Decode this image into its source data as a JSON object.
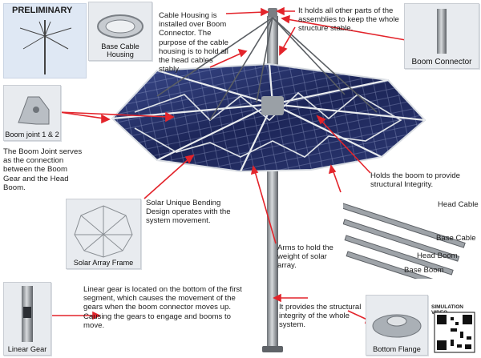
{
  "header": {
    "preliminary": "PRELIMINARY"
  },
  "boxes": {
    "base_cable_housing": "Base Cable Housing",
    "boom_connector": "Boom Connector",
    "boom_joint": "Boom joint 1 & 2",
    "solar_array_frame": "Solar Array Frame",
    "linear_gear": "Linear Gear",
    "bottom_flange": "Bottom Flange"
  },
  "annotations": {
    "cable_housing": "Cable Housing is installed over Boom Connector. The purpose of the cable housing is to hold all the head cables stably.",
    "holds_all": "It holds all other parts of the assemblies to keep the whole structure stable.",
    "boom_joint_desc": "The Boom Joint serves as the connection between the Boom Gear and the Head Boom.",
    "holds_boom": "Holds the boom to provide structural Integrity.",
    "solar_bending": "Solar Unique Bending Design operates with the system movement.",
    "arms": "Arms to hold the weight of solar array.",
    "linear_gear_desc": "Linear gear is located on the bottom of the first segment, which causes the movement of the gears when the boom connector moves up. Causing the gears to engage and booms to move.",
    "structural": "It provides the structural integrity of the whole system."
  },
  "parts": {
    "head_cable": "Head Cable",
    "base_cable": "Base Cable",
    "head_boom": "Head Boom",
    "base_boom": "Base Boom"
  },
  "qr": {
    "label": "SIMULATION VIDEO"
  },
  "colors": {
    "arrow": "#e3242b",
    "panel": "#1f2a5c",
    "frame": "#e8ebef"
  }
}
